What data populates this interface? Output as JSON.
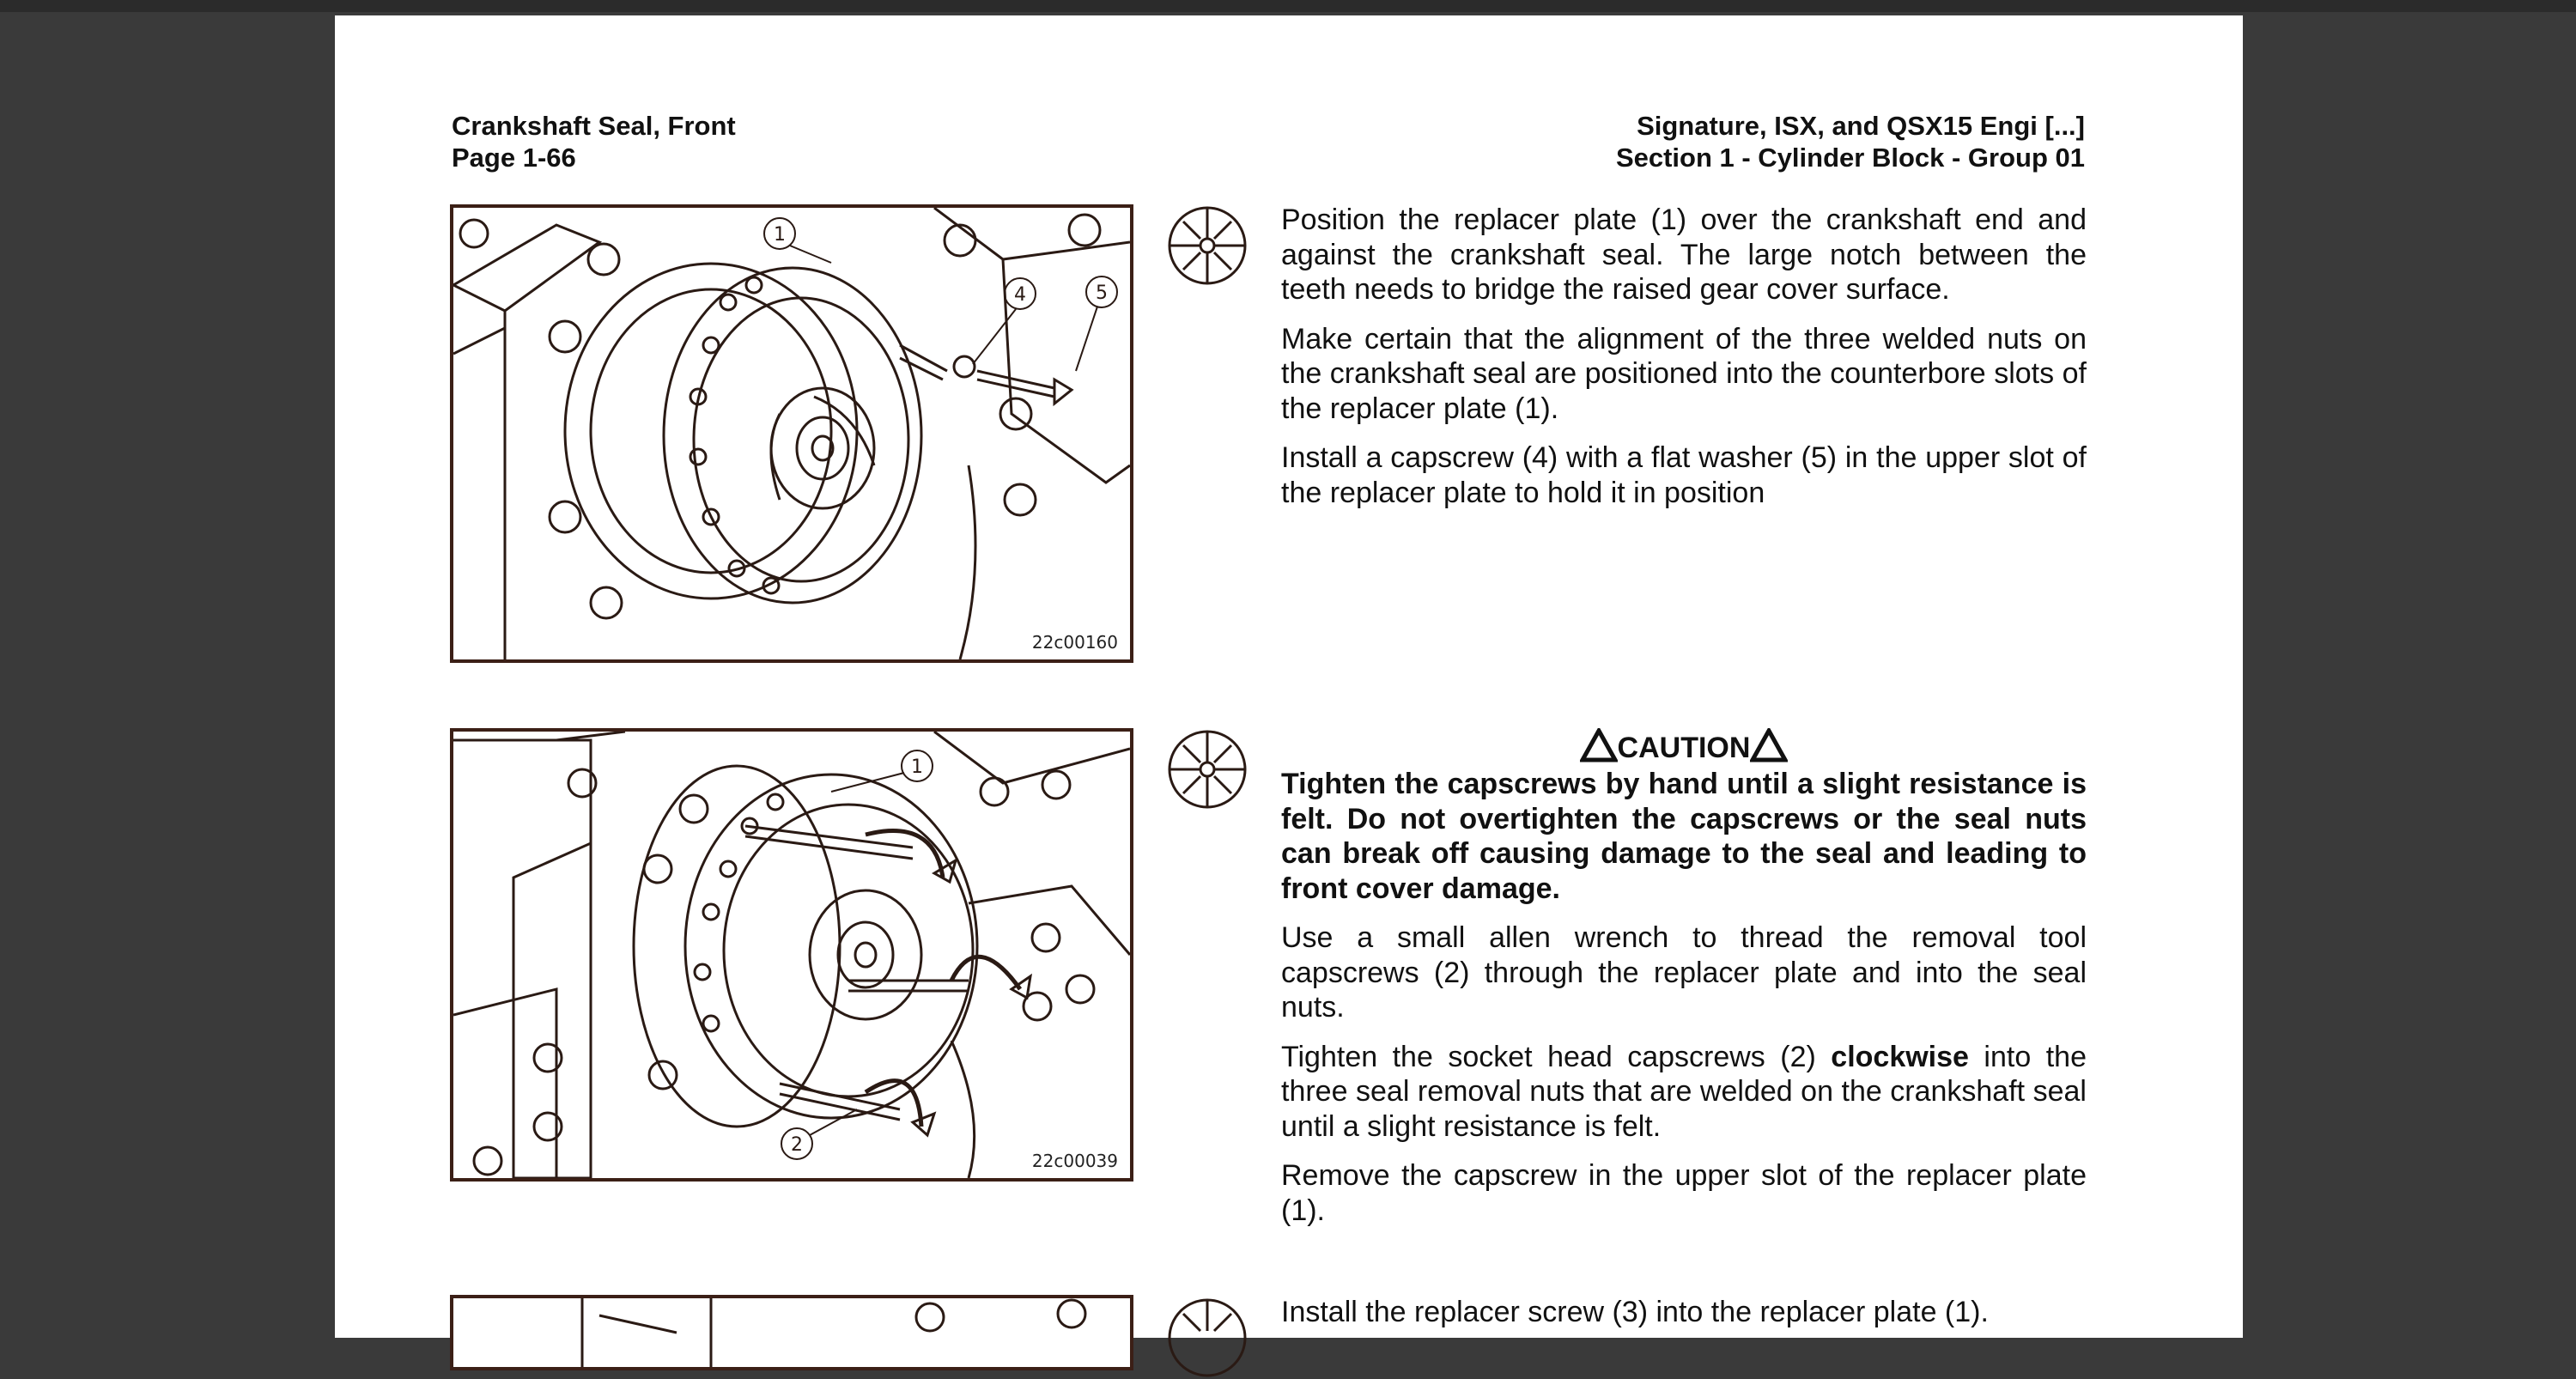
{
  "header": {
    "left_title": "Crankshaft Seal, Front",
    "left_page": "Page 1-66",
    "right_title": "Signature, ISX, and QSX15 Engi [...]",
    "right_section": "Section 1 - Cylinder Block - Group 01"
  },
  "figure1": {
    "code": "22c00160",
    "callouts": [
      "1",
      "4",
      "5"
    ]
  },
  "figure2": {
    "code": "22c00039",
    "callouts": [
      "1",
      "2"
    ]
  },
  "step1": {
    "icon": "tool-wheel-icon",
    "paragraphs": [
      "Position the replacer plate (1) over the crankshaft end and against the crankshaft seal. The large notch between the teeth needs to bridge the raised gear cover surface.",
      "Make certain that the alignment of the three welded nuts on the crankshaft seal are positioned into the counterbore slots of the replacer plate (1).",
      "Install a capscrew (4) with a flat washer (5) in the upper slot of the replacer plate to hold it in position"
    ]
  },
  "step2": {
    "icon": "tool-wheel-icon",
    "caution_label": "CAUTION",
    "caution_text": "Tighten the capscrews by hand until a slight resistance is felt. Do not overtighten the capscrews or the seal nuts can break off causing damage to the seal and leading to front cover damage.",
    "para1": "Use a small allen wrench to thread the removal tool capscrews (2) through the replacer plate and into the seal nuts.",
    "para2_before": "Tighten the socket head capscrews (2) ",
    "para2_bold": "clockwise",
    "para2_after": " into the three seal removal nuts that are welded on the crankshaft seal until a slight resistance is felt.",
    "para3": "Remove the capscrew in the upper slot of the replacer plate (1)."
  },
  "step3": {
    "text": "Install the replacer screw (3) into the replacer plate (1)."
  }
}
